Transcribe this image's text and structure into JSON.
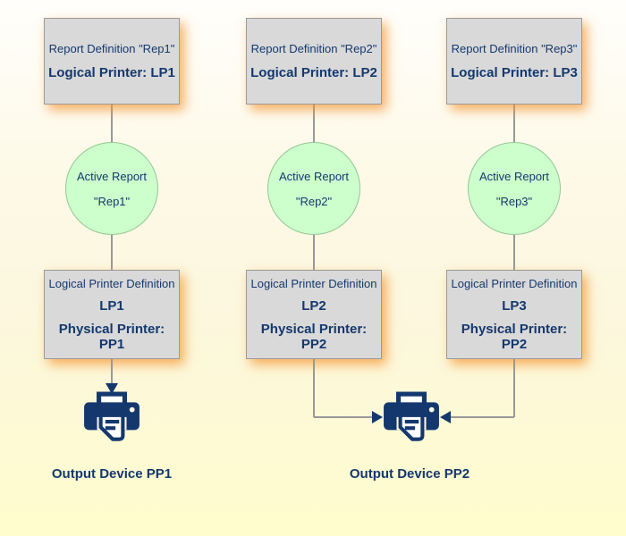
{
  "columns": [
    {
      "top_box": {
        "line1": "Report Definition \"Rep1\"",
        "line2": "Logical Printer: LP1"
      },
      "circle": {
        "line1": "Active Report",
        "line2": "\"Rep1\""
      },
      "bottom_box": {
        "line1": "Logical Printer Definition",
        "line2": "LP1",
        "line3": "Physical Printer: PP1"
      }
    },
    {
      "top_box": {
        "line1": "Report Definition \"Rep2\"",
        "line2": "Logical Printer: LP2"
      },
      "circle": {
        "line1": "Active Report",
        "line2": "\"Rep2\""
      },
      "bottom_box": {
        "line1": "Logical Printer Definition",
        "line2": "LP2",
        "line3": "Physical Printer: PP2"
      }
    },
    {
      "top_box": {
        "line1": "Report Definition \"Rep3\"",
        "line2": "Logical Printer: LP3"
      },
      "circle": {
        "line1": "Active Report",
        "line2": "\"Rep3\""
      },
      "bottom_box": {
        "line1": "Logical Printer Definition",
        "line2": "LP3",
        "line3": "Physical Printer: PP2"
      }
    }
  ],
  "output_devices": [
    {
      "label": "Output Device PP1"
    },
    {
      "label": "Output Device PP2"
    }
  ],
  "icons": {
    "printer": "printer-icon"
  },
  "colors": {
    "text_navy": "#14386e",
    "box_fill": "#d9d9d9",
    "box_border": "#9a9a9a",
    "circle_fill": "#ccffcc",
    "circle_border": "#94c794",
    "connector_gray": "#999999",
    "shadow_orange": "#f49432",
    "background_top": "#fffefb",
    "background_bottom": "#fffccd"
  }
}
